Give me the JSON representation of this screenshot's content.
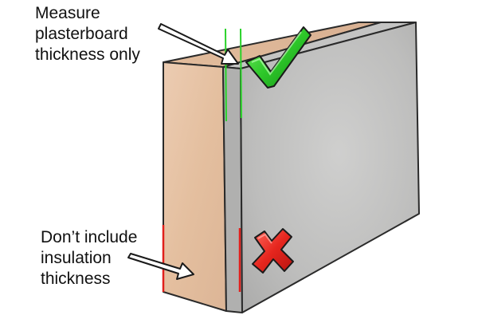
{
  "annotations": {
    "top_lines": [
      "Measure",
      "plasterboard",
      "thickness only"
    ],
    "bottom_lines": [
      "Don’t include",
      "insulation",
      "thickness"
    ]
  },
  "marks": {
    "correct_icon": "green-check-icon",
    "incorrect_icon": "red-cross-icon"
  },
  "colors": {
    "insulation_front": "#e6c2a4",
    "insulation_top": "#ddb69a",
    "plasterboard_face": "#b9bab9",
    "plasterboard_side": "#c9c9c8",
    "plasterboard_edge": "#a9a9a8",
    "correct_marker": "#22c21e",
    "incorrect_marker": "#e0201c",
    "outline": "#222222"
  }
}
